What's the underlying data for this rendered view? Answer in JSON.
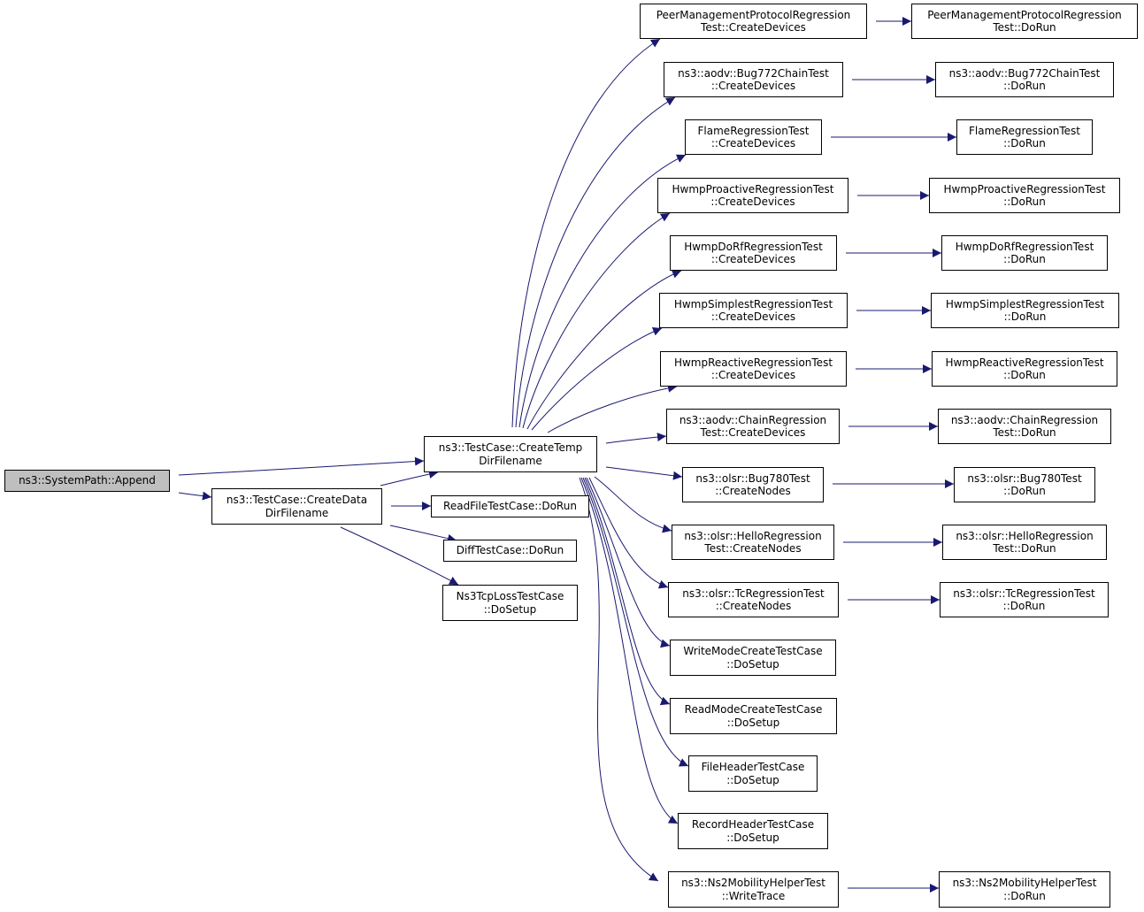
{
  "colors": {
    "edge": "#191970",
    "root_fill": "#bfbfbf",
    "node_fill": "#ffffff",
    "border": "#000000"
  },
  "nodes": {
    "append": [
      "ns3::SystemPath::Append"
    ],
    "create_data": [
      "ns3::TestCase::CreateData",
      "DirFilename"
    ],
    "create_temp": [
      "ns3::TestCase::CreateTemp",
      "DirFilename"
    ],
    "readfile": [
      "ReadFileTestCase::DoRun"
    ],
    "difftest": [
      "DiffTestCase::DoRun"
    ],
    "ns3tcp": [
      "Ns3TcpLossTestCase",
      "::DoSetup"
    ],
    "peer_cd": [
      "PeerManagementProtocolRegression",
      "Test::CreateDevices"
    ],
    "peer_dr": [
      "PeerManagementProtocolRegression",
      "Test::DoRun"
    ],
    "bug772_cd": [
      "ns3::aodv::Bug772ChainTest",
      "::CreateDevices"
    ],
    "bug772_dr": [
      "ns3::aodv::Bug772ChainTest",
      "::DoRun"
    ],
    "flame_cd": [
      "FlameRegressionTest",
      "::CreateDevices"
    ],
    "flame_dr": [
      "FlameRegressionTest",
      "::DoRun"
    ],
    "hwmppro_cd": [
      "HwmpProactiveRegressionTest",
      "::CreateDevices"
    ],
    "hwmppro_dr": [
      "HwmpProactiveRegressionTest",
      "::DoRun"
    ],
    "hwmpdorf_cd": [
      "HwmpDoRfRegressionTest",
      "::CreateDevices"
    ],
    "hwmpdorf_dr": [
      "HwmpDoRfRegressionTest",
      "::DoRun"
    ],
    "hwmpsimp_cd": [
      "HwmpSimplestRegressionTest",
      "::CreateDevices"
    ],
    "hwmpsimp_dr": [
      "HwmpSimplestRegressionTest",
      "::DoRun"
    ],
    "hwmpreac_cd": [
      "HwmpReactiveRegressionTest",
      "::CreateDevices"
    ],
    "hwmpreac_dr": [
      "HwmpReactiveRegressionTest",
      "::DoRun"
    ],
    "aodvchain_cd": [
      "ns3::aodv::ChainRegression",
      "Test::CreateDevices"
    ],
    "aodvchain_dr": [
      "ns3::aodv::ChainRegression",
      "Test::DoRun"
    ],
    "olsr780_cn": [
      "ns3::olsr::Bug780Test",
      "::CreateNodes"
    ],
    "olsr780_dr": [
      "ns3::olsr::Bug780Test",
      "::DoRun"
    ],
    "olsrhello_cn": [
      "ns3::olsr::HelloRegression",
      "Test::CreateNodes"
    ],
    "olsrhello_dr": [
      "ns3::olsr::HelloRegression",
      "Test::DoRun"
    ],
    "olsrtc_cn": [
      "ns3::olsr::TcRegressionTest",
      "::CreateNodes"
    ],
    "olsrtc_dr": [
      "ns3::olsr::TcRegressionTest",
      "::DoRun"
    ],
    "writemode": [
      "WriteModeCreateTestCase",
      "::DoSetup"
    ],
    "readmode": [
      "ReadModeCreateTestCase",
      "::DoSetup"
    ],
    "fileheader": [
      "FileHeaderTestCase",
      "::DoSetup"
    ],
    "recordheader": [
      "RecordHeaderTestCase",
      "::DoSetup"
    ],
    "ns2mob_wt": [
      "ns3::Ns2MobilityHelperTest",
      "::WriteTrace"
    ],
    "ns2mob_dr": [
      "ns3::Ns2MobilityHelperTest",
      "::DoRun"
    ]
  }
}
